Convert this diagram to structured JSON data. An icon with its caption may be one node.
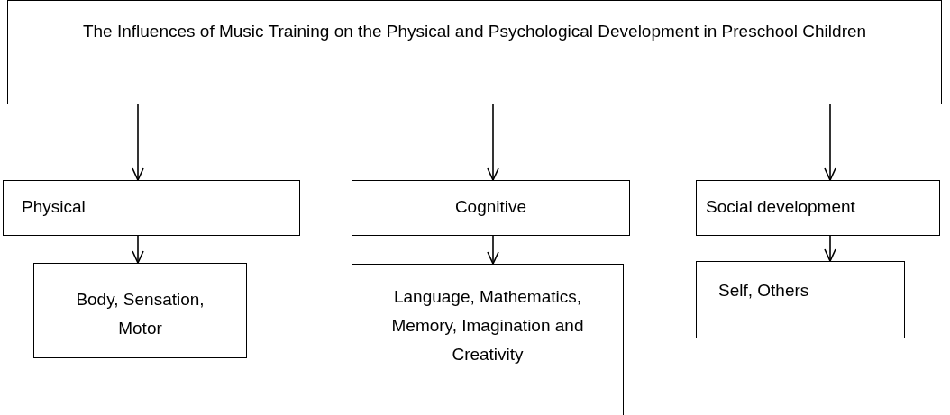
{
  "diagram": {
    "nodes": [
      {
        "text": [
          "The Influences of Music Training on the Physical and Psychological Development in Preschool Children"
        ]
      },
      {
        "text": [
          "Physical"
        ]
      },
      {
        "text": [
          "Cognitive"
        ]
      },
      {
        "text": [
          "Social development"
        ]
      },
      {
        "text": [
          "Body, Sensation, Motor"
        ]
      },
      {
        "text": [
          "Language, Mathematics, Memory, Imagination and Creativity"
        ]
      },
      {
        "text": [
          "Self, Others"
        ]
      }
    ],
    "edges": [
      {
        "from": 0,
        "to": 1,
        "arrow": "to"
      },
      {
        "from": 0,
        "to": 2,
        "arrow": "to"
      },
      {
        "from": 0,
        "to": 3,
        "arrow": "to"
      },
      {
        "from": 1,
        "to": 4,
        "arrow": "to"
      },
      {
        "from": 2,
        "to": 5,
        "arrow": "to"
      },
      {
        "from": 3,
        "to": 6,
        "arrow": "to"
      }
    ]
  }
}
